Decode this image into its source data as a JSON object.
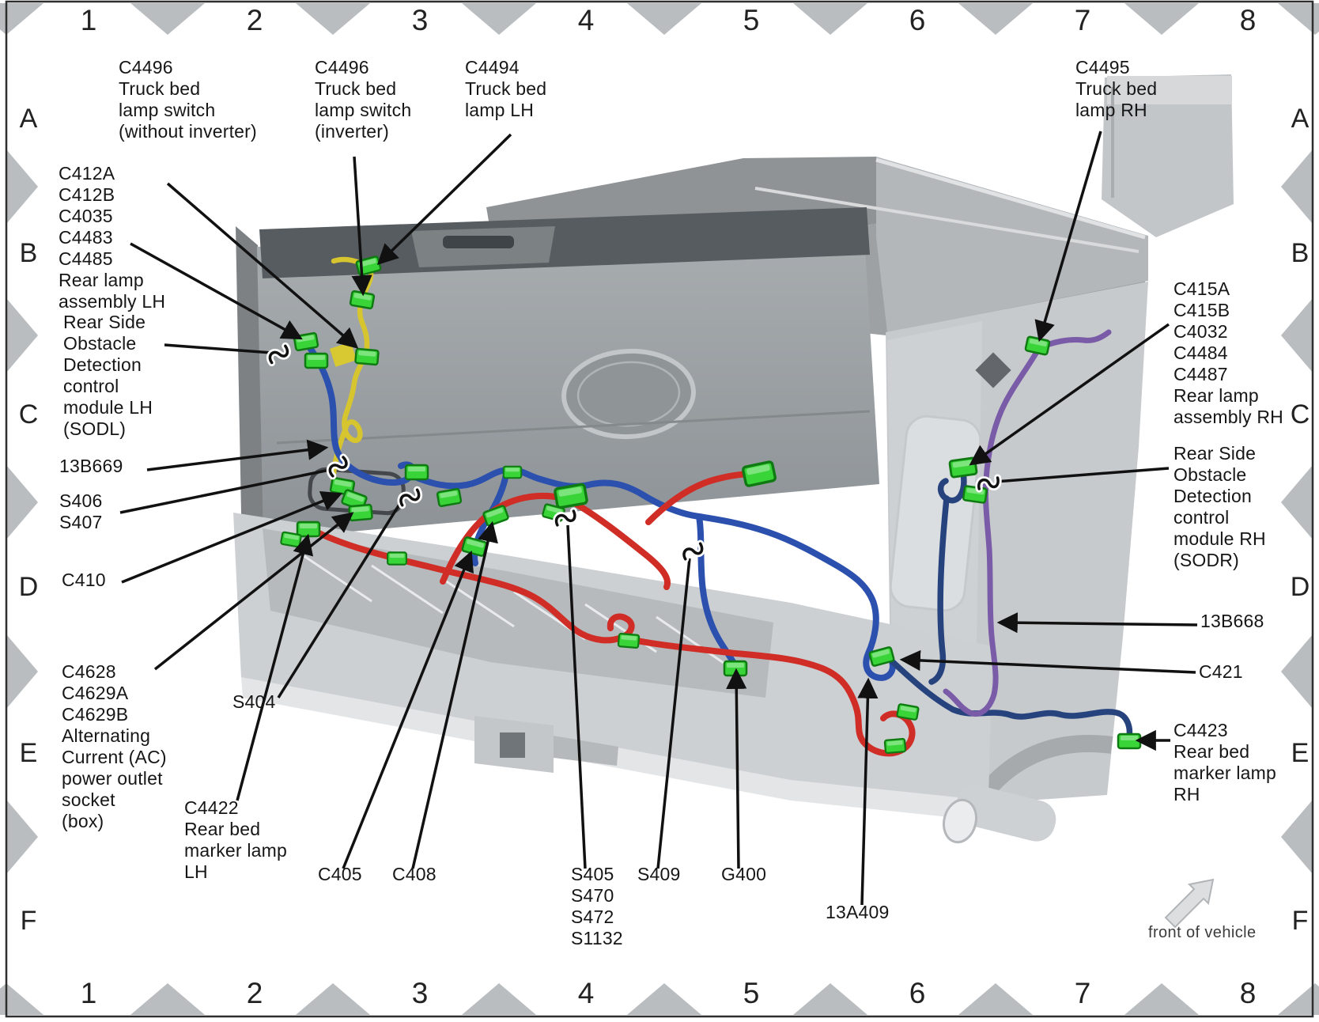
{
  "grid": {
    "cols": [
      "1",
      "2",
      "3",
      "4",
      "5",
      "6",
      "7",
      "8"
    ],
    "rows": [
      "A",
      "B",
      "C",
      "D",
      "E",
      "F"
    ]
  },
  "orientation": {
    "front_arrow_label": "front of vehicle"
  },
  "colors": {
    "harness_blue": "#2b50ae",
    "harness_navy": "#27437e",
    "harness_red": "#cf2d26",
    "harness_yellow": "#d6c52f",
    "harness_purple": "#7a5ba8",
    "connector_green": "#38d438",
    "grid_marker_gray": "#b9bdbf",
    "leader_black": "#111111"
  },
  "callouts": {
    "c4496_no_inv": {
      "text": "C4496\nTruck bed\nlamp switch\n(without inverter)"
    },
    "c4496_inv": {
      "text": "C4496\nTruck bed\nlamp switch\n(inverter)"
    },
    "c4494": {
      "text": "C4494\nTruck bed\nlamp LH"
    },
    "c412_group": {
      "text": "C412A\nC412B\nC4035\nC4483\nC4485\nRear lamp\nassembly LH"
    },
    "sodl": {
      "text": "Rear Side\nObstacle\nDetection\ncontrol\nmodule LH\n(SODL)"
    },
    "b13b669": {
      "text": "13B669"
    },
    "s406_s407": {
      "text": "S406\nS407"
    },
    "c410": {
      "text": "C410"
    },
    "c4628_group": {
      "text": "C4628\nC4629A\nC4629B\nAlternating\nCurrent (AC)\npower outlet\nsocket\n(box)"
    },
    "s404": {
      "text": "S404"
    },
    "c4422": {
      "text": "C4422\nRear bed\nmarker lamp\nLH"
    },
    "c405": {
      "text": "C405"
    },
    "c408": {
      "text": "C408"
    },
    "s405_group": {
      "text": "S405\nS470\nS472\nS1132"
    },
    "s409": {
      "text": "S409"
    },
    "g400": {
      "text": "G400"
    },
    "a13a409": {
      "text": "13A409"
    },
    "c4495": {
      "text": "C4495\nTruck bed\nlamp RH"
    },
    "c415_group": {
      "text": "C415A\nC415B\nC4032\nC4484\nC4487\nRear lamp\nassembly RH"
    },
    "sodr": {
      "text": "Rear Side\nObstacle\nDetection\ncontrol\nmodule RH\n(SODR)"
    },
    "b13b668": {
      "text": "13B668"
    },
    "c421": {
      "text": "C421"
    },
    "c4423": {
      "text": "C4423\nRear bed\nmarker lamp\nRH"
    },
    "front_label": {
      "text": "front of vehicle"
    }
  }
}
